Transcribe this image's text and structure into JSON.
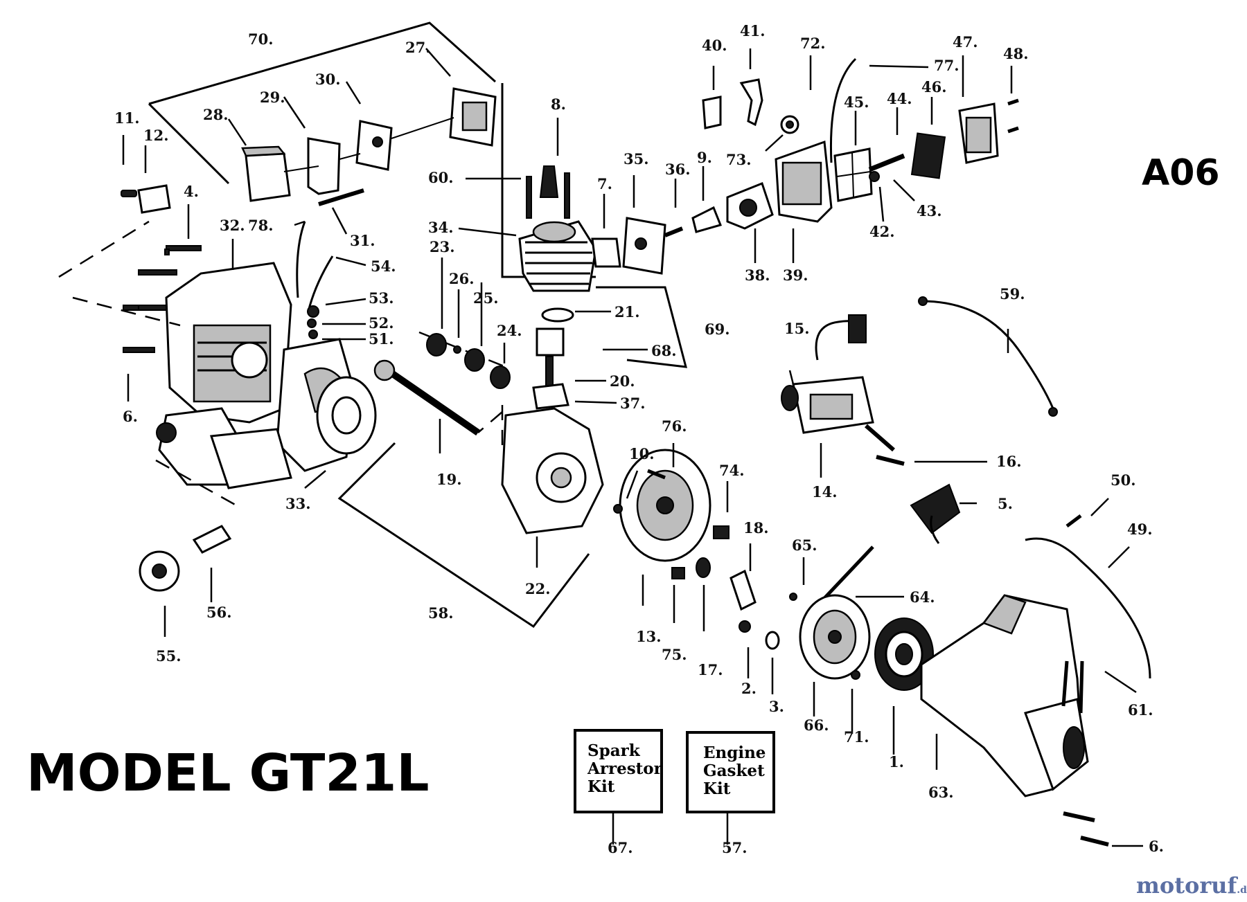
{
  "diagram": {
    "model_title": "MODEL GT21L",
    "code": "A06",
    "watermark_main": "motoruf",
    "watermark_suffix": ".de",
    "kits": {
      "spark_arrestor": [
        "Spark",
        "Arrestor",
        "Kit"
      ],
      "engine_gasket": [
        "Engine",
        "Gasket",
        "Kit"
      ]
    },
    "labels": [
      "70.",
      "27.",
      "30.",
      "29.",
      "28.",
      "11.",
      "12.",
      "4.",
      "32.",
      "78.",
      "31.",
      "54.",
      "53.",
      "52.",
      "51.",
      "6.",
      "33.",
      "8.",
      "60.",
      "34.",
      "7.",
      "35.",
      "36.",
      "9.",
      "40.",
      "41.",
      "72.",
      "73.",
      "77.",
      "45.",
      "44.",
      "46.",
      "47.",
      "48.",
      "38.",
      "39.",
      "42.",
      "43.",
      "23.",
      "26.",
      "25.",
      "24.",
      "21.",
      "69.",
      "68.",
      "20.",
      "37.",
      "19.",
      "22.",
      "58.",
      "76.",
      "10.",
      "74.",
      "18.",
      "13.",
      "75.",
      "17.",
      "15.",
      "14.",
      "16.",
      "59.",
      "5.",
      "50.",
      "49.",
      "65.",
      "64.",
      "2.",
      "3.",
      "66.",
      "71.",
      "1.",
      "61.",
      "63.",
      "6.",
      "55.",
      "56.",
      "67.",
      "57."
    ]
  }
}
